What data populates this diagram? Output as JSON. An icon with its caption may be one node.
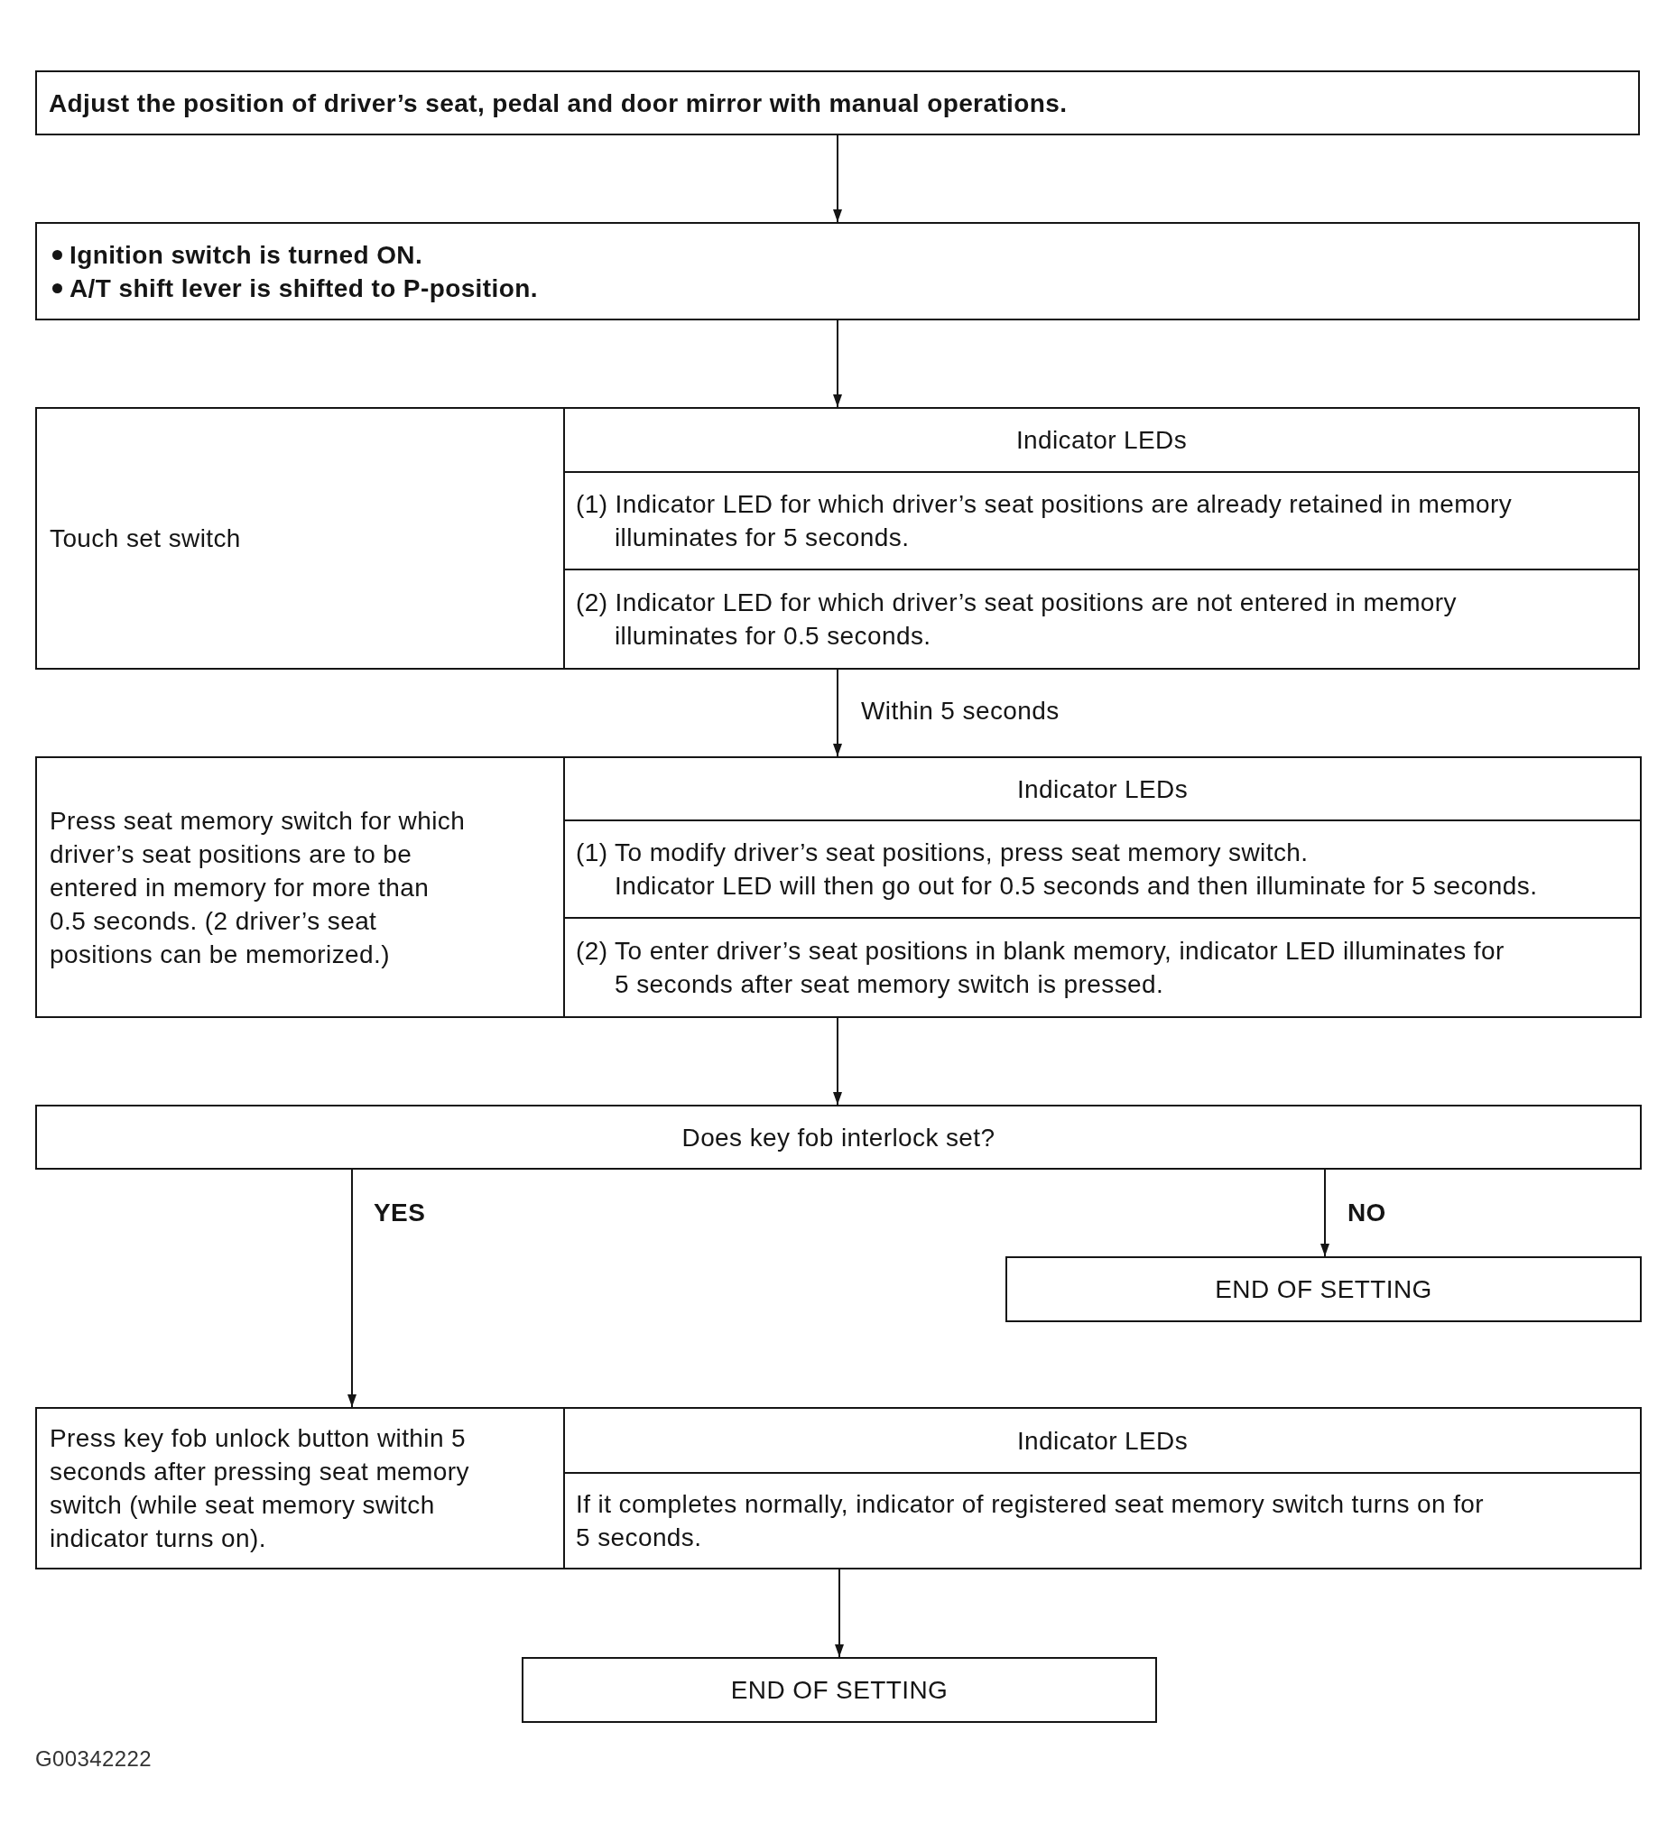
{
  "diagram": {
    "nodes": [
      {
        "text": [
          "Adjust the position of driver’s seat, pedal and door mirror with manual operations."
        ]
      },
      {
        "text": [
          "Ignition switch is turned ON.",
          "A/T shift lever is shifted to P-position."
        ]
      },
      {
        "text": [],
        "shape": "box"
      },
      {
        "text": [
          "Touch set switch"
        ],
        "in": 2
      },
      {
        "text": [
          "Indicator LEDs"
        ],
        "in": 2
      },
      {
        "text": [
          "(1) Indicator LED for which driver’s seat positions are already retained in memory illuminates for 5 seconds."
        ],
        "in": 2
      },
      {
        "text": [
          "(2) Indicator LED for which driver’s seat positions are not entered in memory illuminates for 0.5 seconds."
        ],
        "in": 2
      },
      {
        "text": [],
        "shape": "box"
      },
      {
        "text": [
          "Press seat memory switch for which driver’s seat positions are to be entered in memory for more than 0.5 seconds. (2 driver’s seat positions can be memorized.)"
        ],
        "in": 7
      },
      {
        "text": [
          "Indicator LEDs"
        ],
        "in": 7
      },
      {
        "text": [
          "(1) To modify driver’s seat positions, press seat memory switch.",
          "Indicator LED will then go out for 0.5 seconds and then illuminate for 5 seconds."
        ],
        "in": 7
      },
      {
        "text": [
          "(2) To enter driver’s seat positions in blank memory, indicator LED illuminates for 5 seconds after seat memory switch is pressed."
        ],
        "in": 7
      },
      {
        "text": [
          "Does key fob interlock set?"
        ]
      },
      {
        "text": [
          "END OF SETTING"
        ]
      },
      {
        "text": [],
        "shape": "box"
      },
      {
        "text": [
          "Press key fob unlock button within 5 seconds after pressing seat memory switch (while seat memory switch indicator turns on)."
        ],
        "in": 14
      },
      {
        "text": [
          "Indicator LEDs"
        ],
        "in": 14
      },
      {
        "text": [
          "If it completes normally, indicator of registered seat memory switch turns on for 5 seconds."
        ],
        "in": 14
      },
      {
        "text": [
          "END OF SETTING"
        ]
      }
    ],
    "edges": [
      {
        "from": 0,
        "to": 1,
        "arrow": "to"
      },
      {
        "from": 1,
        "to": 2,
        "arrow": "to"
      },
      {
        "from": 2,
        "to": 7,
        "arrow": "to",
        "label": "Within 5 seconds"
      },
      {
        "from": 7,
        "to": 12,
        "arrow": "to"
      },
      {
        "from": 12,
        "to": 14,
        "arrow": "to",
        "label": "YES"
      },
      {
        "from": 12,
        "to": 13,
        "arrow": "to",
        "label": "NO"
      },
      {
        "from": 14,
        "to": 18,
        "arrow": "to"
      }
    ],
    "labels": [
      "G00342222"
    ]
  }
}
